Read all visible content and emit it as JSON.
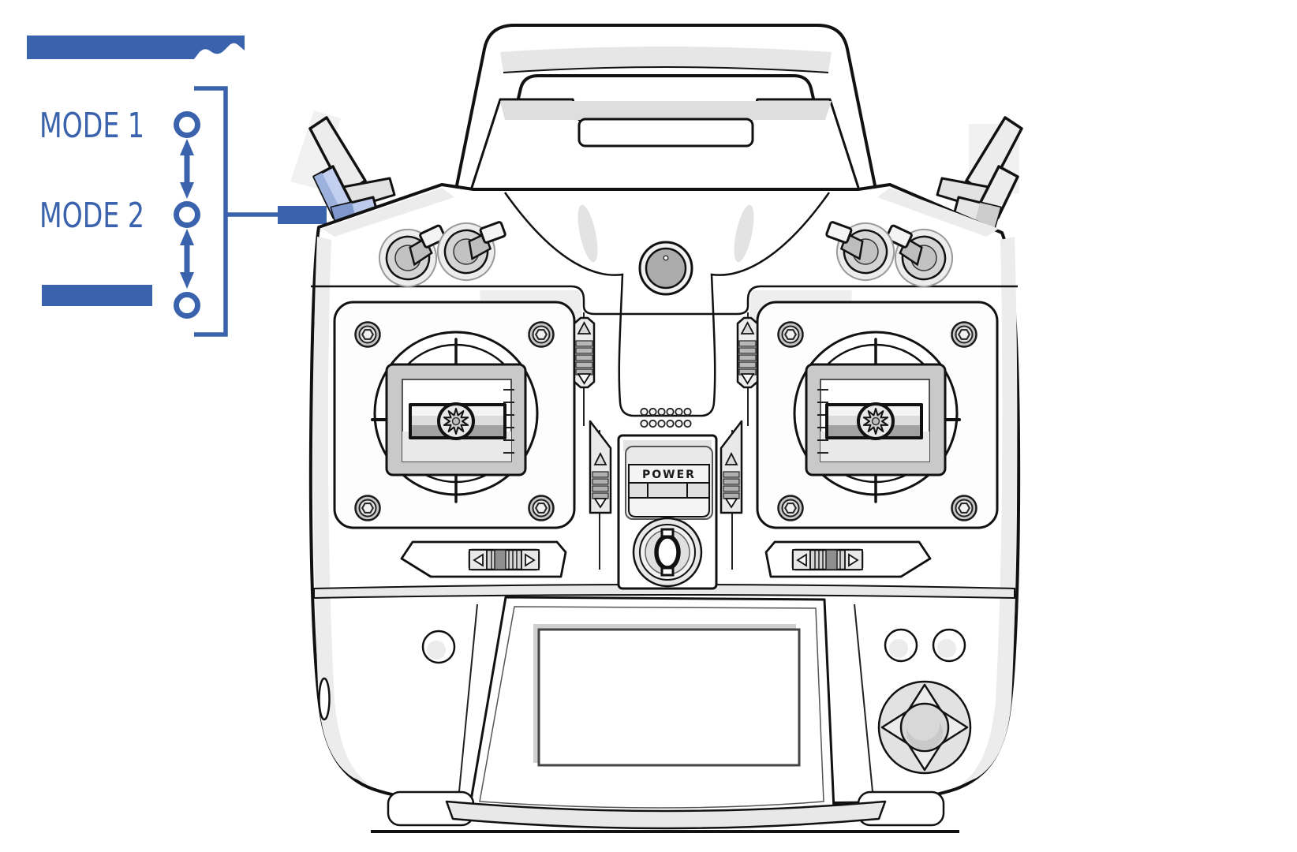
{
  "colors": {
    "accent_blue": "#3A62AD",
    "switch_highlight_light": "#BCCBEC",
    "switch_highlight_dark": "#7E98CD",
    "outline": "#111111"
  },
  "legend": {
    "title_bar": {
      "redacted": true,
      "label": ""
    },
    "modes": [
      {
        "label": "MODE 1",
        "redacted": false
      },
      {
        "label": "MODE 2",
        "redacted": false
      },
      {
        "label": "",
        "redacted": true
      }
    ]
  },
  "device": {
    "power_label": "POWER"
  }
}
